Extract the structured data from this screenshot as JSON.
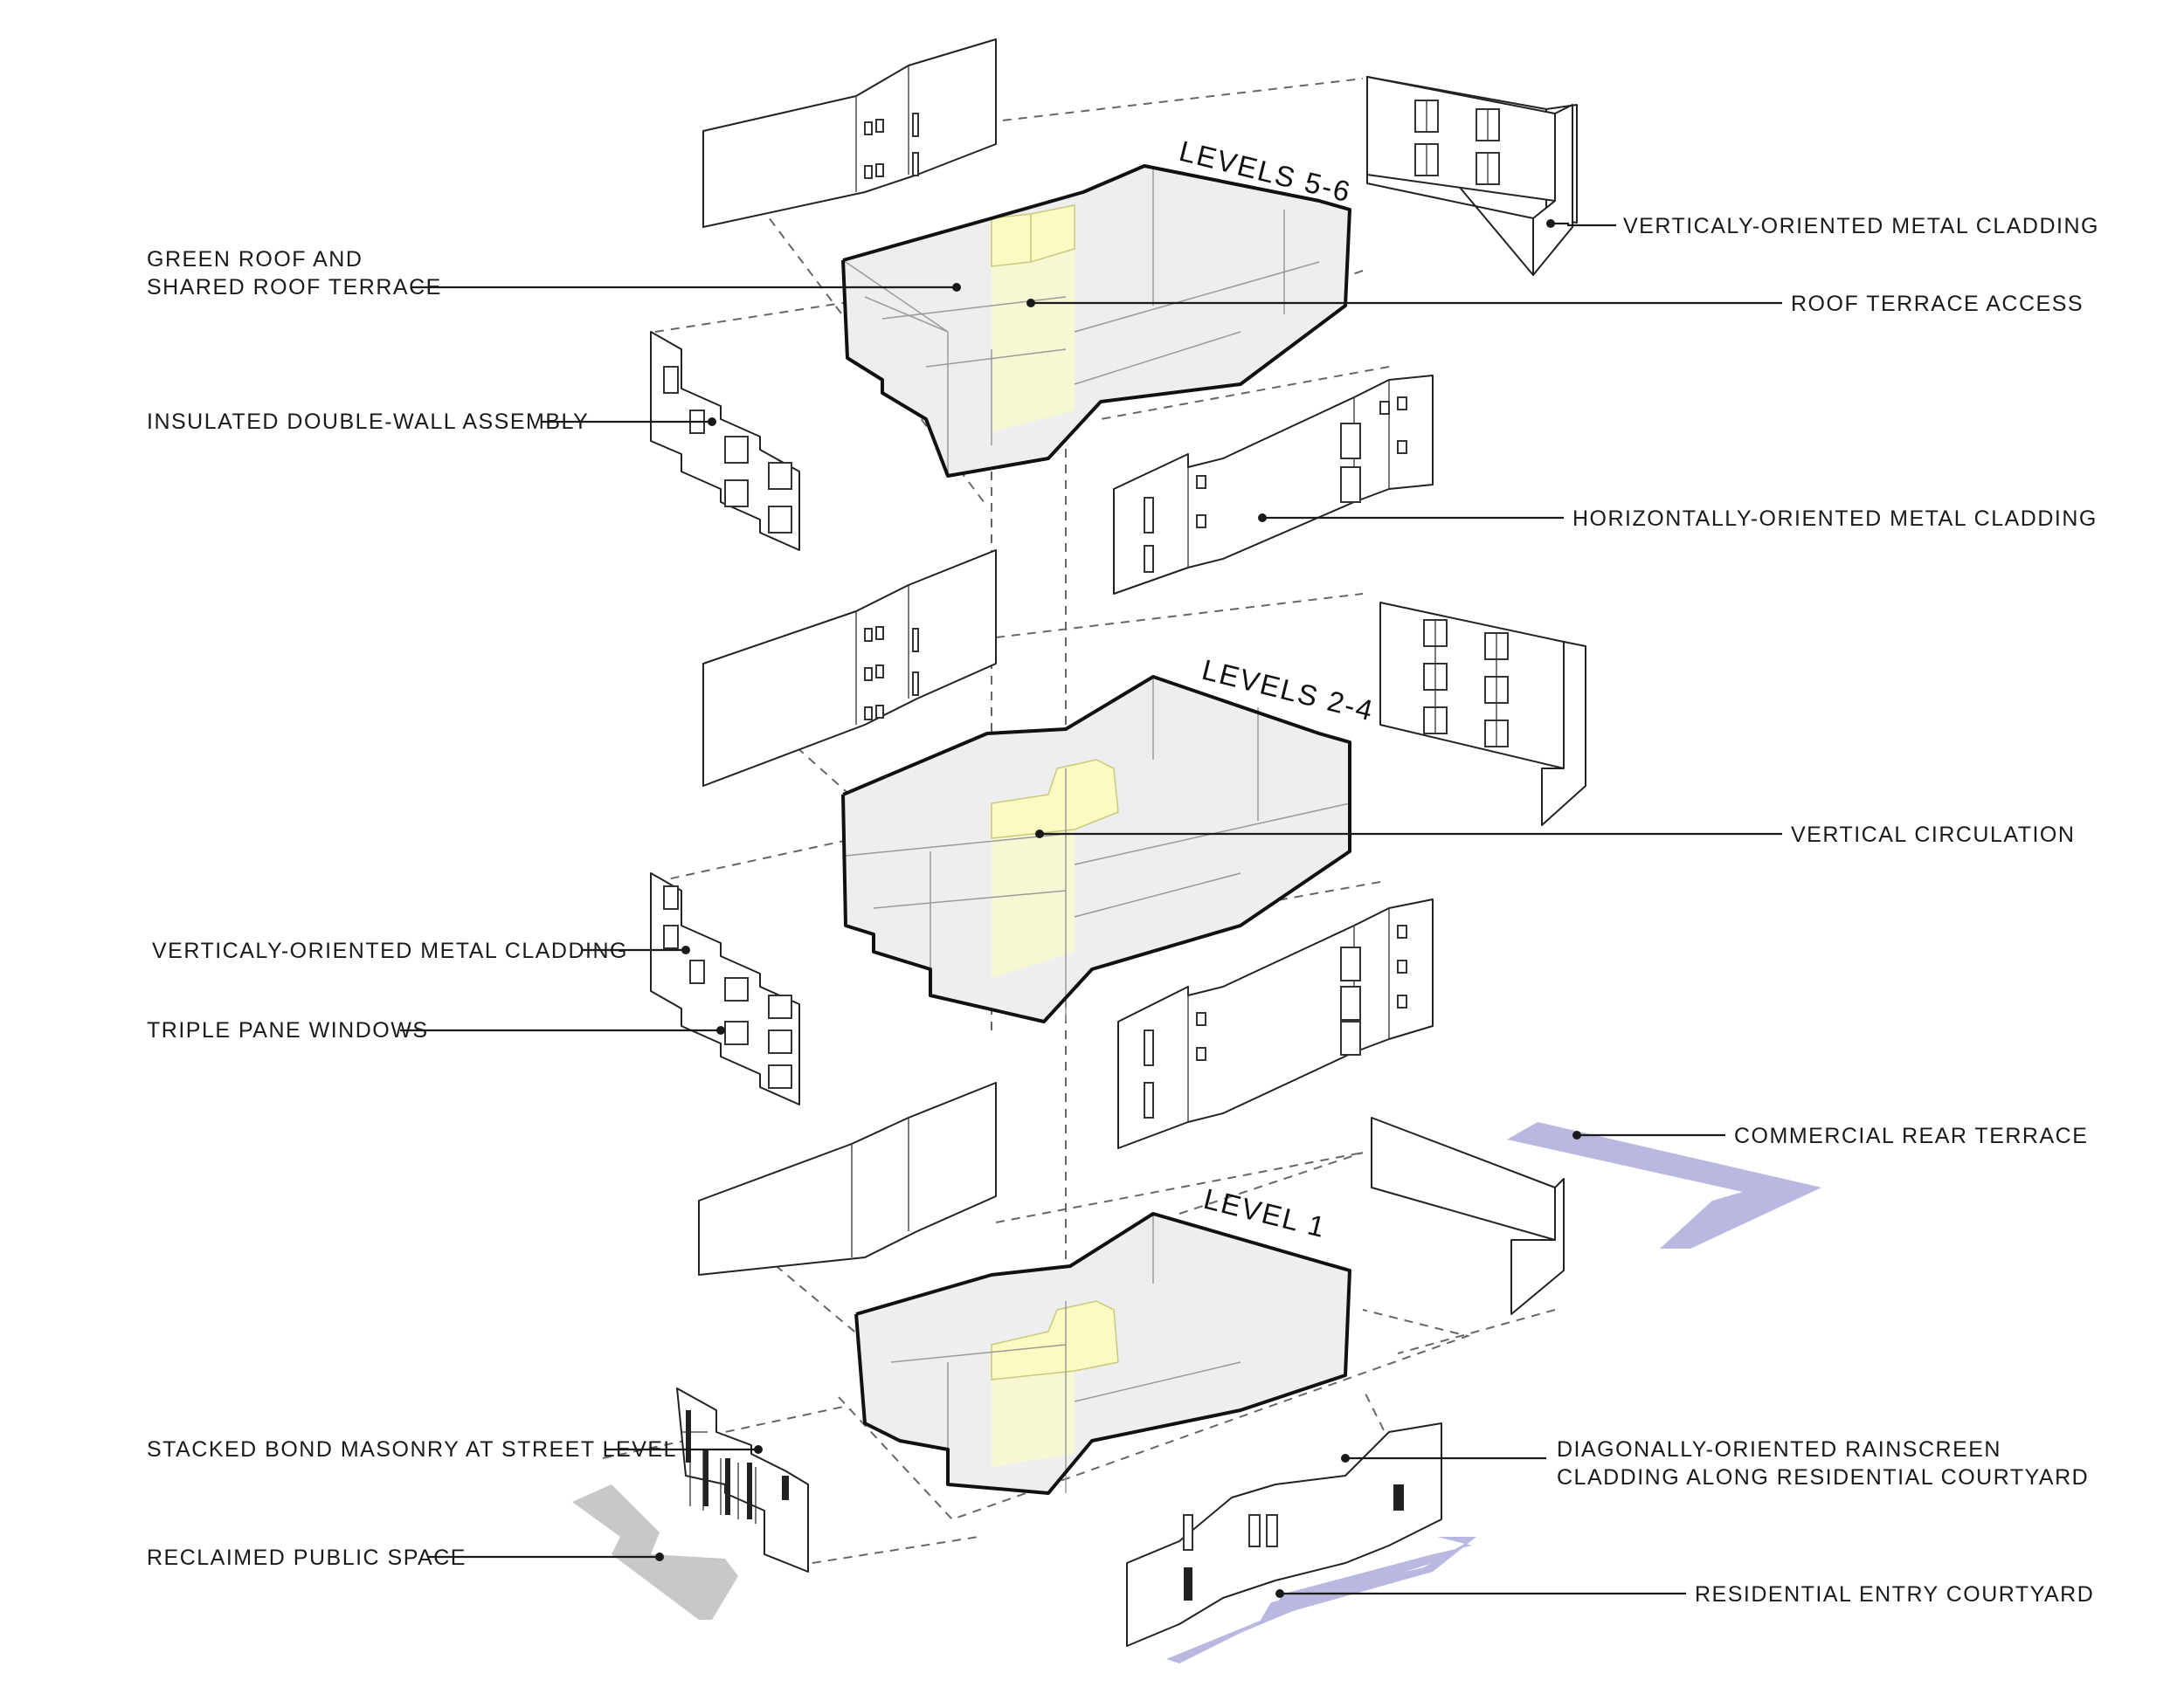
{
  "levels": [
    {
      "id": "upper",
      "title": "LEVELS 5-6"
    },
    {
      "id": "middle",
      "title": "LEVELS 2-4"
    },
    {
      "id": "ground",
      "title": "LEVEL 1"
    }
  ],
  "left_labels": [
    {
      "id": "green-roof",
      "lines": [
        "GREEN ROOF AND",
        "SHARED ROOF TERRACE"
      ]
    },
    {
      "id": "double-wall",
      "lines": [
        "INSULATED DOUBLE-WALL ASSEMBLY"
      ]
    },
    {
      "id": "vert-cladding-left",
      "lines": [
        "VERTICALY-ORIENTED METAL CLADDING"
      ]
    },
    {
      "id": "triple-pane",
      "lines": [
        "TRIPLE PANE WINDOWS"
      ]
    },
    {
      "id": "stacked-bond",
      "lines": [
        "STACKED BOND MASONRY AT STREET LEVEL"
      ]
    },
    {
      "id": "reclaimed-space",
      "lines": [
        "RECLAIMED PUBLIC SPACE"
      ]
    }
  ],
  "right_labels": [
    {
      "id": "vert-cladding-right",
      "lines": [
        "VERTICALY-ORIENTED METAL CLADDING"
      ]
    },
    {
      "id": "roof-access",
      "lines": [
        "ROOF TERRACE ACCESS"
      ]
    },
    {
      "id": "horiz-cladding",
      "lines": [
        "HORIZONTALLY-ORIENTED METAL CLADDING"
      ]
    },
    {
      "id": "vert-circulation",
      "lines": [
        "VERTICAL CIRCULATION"
      ]
    },
    {
      "id": "rear-terrace",
      "lines": [
        "COMMERCIAL REAR TERRACE"
      ]
    },
    {
      "id": "diag-rainscreen",
      "lines": [
        "DIAGONALLY-ORIENTED  RAINSCREEN",
        "CLADDING  ALONG RESIDENTIAL COURTYARD"
      ]
    },
    {
      "id": "entry-courtyard",
      "lines": [
        "RESIDENTIAL ENTRY COURTYARD"
      ]
    }
  ],
  "colors": {
    "circulation_core": "#fafac2",
    "courtyard_purple": "#b8b8e0",
    "public_space_grey": "#c8c8c8"
  }
}
